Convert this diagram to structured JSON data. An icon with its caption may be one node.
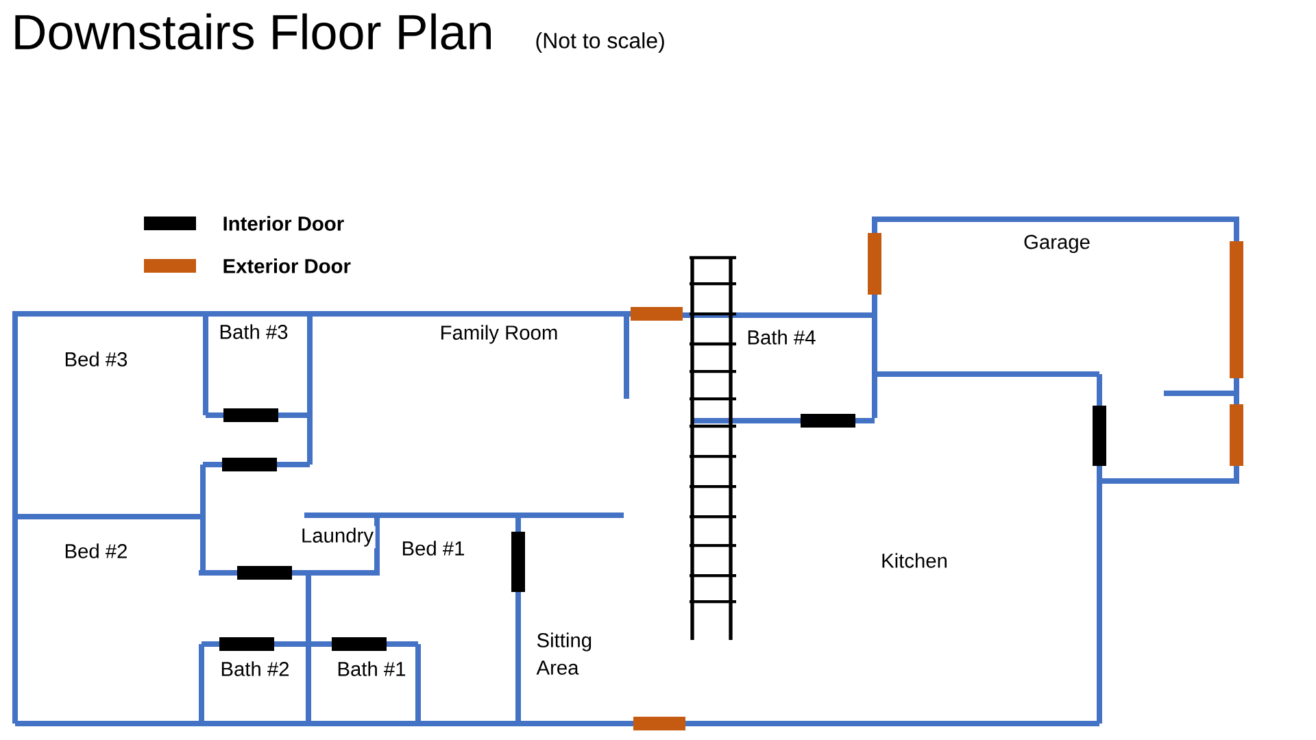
{
  "diagram": {
    "title": "Downstairs Floor Plan",
    "labels": [
      "(Not to scale)",
      "Bed #3",
      "Bath #3",
      "Family Room",
      "Bath #4",
      "Garage",
      "Bed #2",
      "Laundry",
      "Bed #1",
      "Kitchen",
      "Sitting Area",
      "Bath #2",
      "Bath #1"
    ],
    "legend": [
      {
        "text": "Interior Door",
        "color": "#000000"
      },
      {
        "text": "Exterior Door",
        "color": "#c55a11"
      }
    ]
  }
}
